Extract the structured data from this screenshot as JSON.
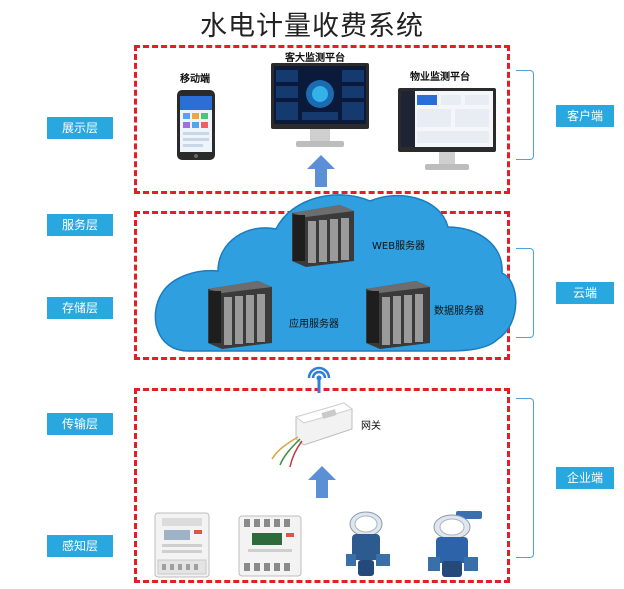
{
  "title": "水电计量收费系统",
  "layers": [
    "展示层",
    "服务层",
    "存储层",
    "传输层",
    "感知层"
  ],
  "ends": [
    "客户端",
    "云端",
    "企业端"
  ],
  "presentation": {
    "mobile_label": "移动端",
    "big_screen_label": "客大监测平台",
    "property_label": "物业监测平台"
  },
  "servers": {
    "web": "WEB服务器",
    "app": "应用服务器",
    "db": "数据服务器"
  },
  "gateway_label": "网关",
  "colors": {
    "accent_red": "#e41e26",
    "tag_blue": "#29a8e0",
    "cloud_blue": "#2f9fe0",
    "arrow_blue": "#5b8fd6"
  }
}
